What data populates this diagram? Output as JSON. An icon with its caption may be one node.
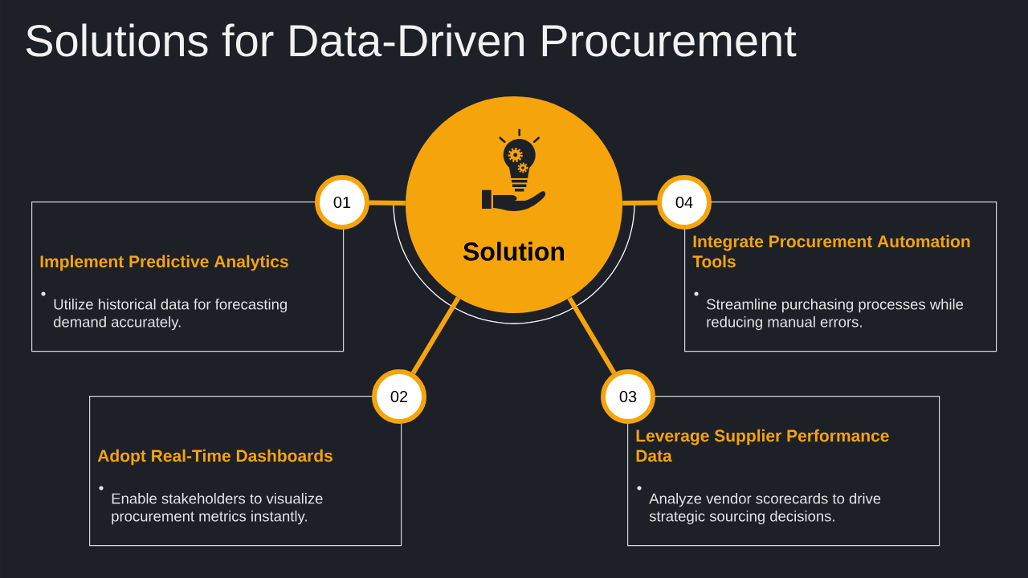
{
  "diagram": {
    "title": "Solutions for Data-Driven Procurement",
    "nodes": [
      {
        "text": [
          "Solution"
        ]
      },
      {
        "text": [
          "01"
        ]
      },
      {
        "text": [
          "Implement Predictive Analytics",
          "Utilize historical data for forecasting demand accurately."
        ]
      },
      {
        "text": [
          "02"
        ]
      },
      {
        "text": [
          "Adopt Real-Time Dashboards",
          "Enable stakeholders to visualize procurement metrics instantly."
        ]
      },
      {
        "text": [
          "03"
        ]
      },
      {
        "text": [
          "Leverage Supplier Performance Data",
          "Analyze vendor scorecards to drive strategic sourcing decisions."
        ]
      },
      {
        "text": [
          "04"
        ]
      },
      {
        "text": [
          "Integrate Procurement Automation Tools",
          "Streamline purchasing processes while reducing manual errors."
        ]
      }
    ],
    "edges": [
      {
        "from": 0,
        "to": 1,
        "arrow": "none"
      },
      {
        "from": 0,
        "to": 3,
        "arrow": "none"
      },
      {
        "from": 0,
        "to": 5,
        "arrow": "none"
      },
      {
        "from": 0,
        "to": 7,
        "arrow": "none"
      }
    ]
  }
}
